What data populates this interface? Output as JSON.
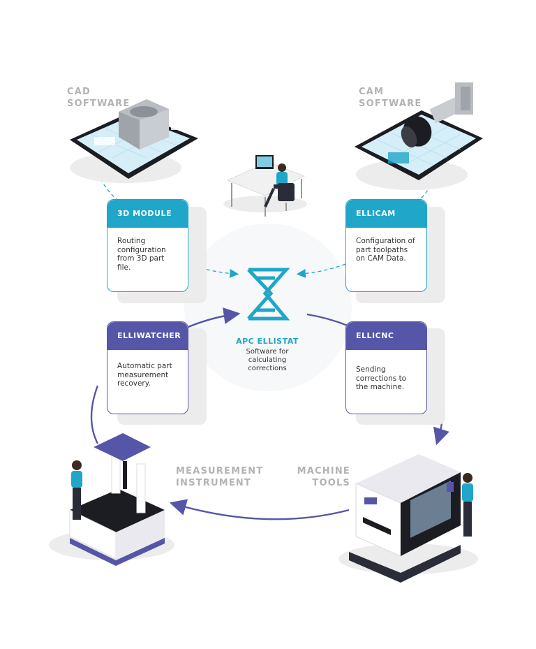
{
  "labels": {
    "cad": [
      "CAD",
      "SOFTWARE"
    ],
    "cam": [
      "CAM",
      "SOFTWARE"
    ],
    "measurement": [
      "MEASUREMENT",
      "INSTRUMENT"
    ],
    "machine": [
      "MACHINE",
      "TOOLS"
    ]
  },
  "cards": {
    "module3d": {
      "title": "3D MODULE",
      "lines": [
        "Routing",
        "configuration",
        "from 3D part file."
      ]
    },
    "ellicam": {
      "title": "ELLICAM",
      "lines": [
        "Configuration of",
        "part toolpaths",
        "on CAM Data."
      ]
    },
    "elliwatcher": {
      "title": "ELLIWATCHER",
      "lines": [
        "Automatic part",
        "measurement",
        "recovery."
      ]
    },
    "ellicnc": {
      "title": "ELLICNC",
      "lines": [
        "Sending",
        "corrections to",
        "the machine."
      ]
    }
  },
  "center": {
    "title": "APC ELLISTAT",
    "lines": [
      "Software for",
      "calculating",
      "corrections"
    ]
  },
  "colors": {
    "teal": "#1fa6c8",
    "purple": "#5656a8",
    "label_grey": "#b3b3b3"
  }
}
